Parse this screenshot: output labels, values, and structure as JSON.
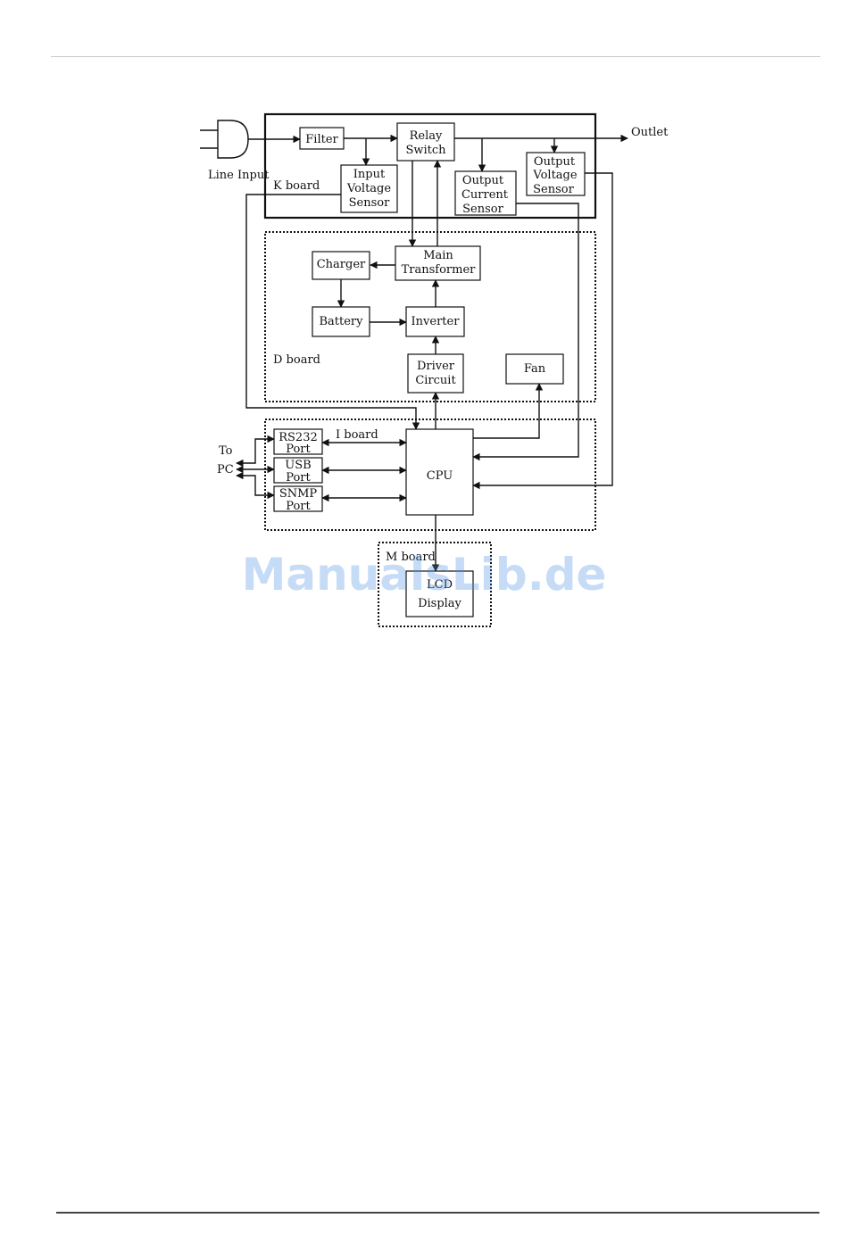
{
  "watermark": "ManualsLib.de",
  "diagram": {
    "line_input": "Line Input",
    "outlet": "Outlet",
    "to_pc_line1": "To",
    "to_pc_line2": "PC",
    "boards": {
      "k": "K board",
      "d": "D board",
      "i": "I board",
      "m": "M board"
    },
    "blocks": {
      "filter": [
        "Filter"
      ],
      "relay_switch": [
        "Relay",
        "Switch"
      ],
      "input_voltage_sensor": [
        "Input",
        "Voltage",
        "Sensor"
      ],
      "output_current_sensor": [
        "Output",
        "Current",
        "Sensor"
      ],
      "output_voltage_sensor": [
        "Output",
        "Voltage",
        "Sensor"
      ],
      "charger": [
        "Charger"
      ],
      "main_transformer": [
        "Main",
        "Transformer"
      ],
      "battery": [
        "Battery"
      ],
      "inverter": [
        "Inverter"
      ],
      "driver_circuit": [
        "Driver",
        "Circuit"
      ],
      "fan": [
        "Fan"
      ],
      "rs232_port": [
        "RS232",
        "Port"
      ],
      "usb_port": [
        "USB",
        "Port"
      ],
      "snmp_port": [
        "SNMP",
        "Port"
      ],
      "cpu": [
        "CPU"
      ],
      "lcd_display": [
        "LCD",
        "Display"
      ]
    }
  }
}
